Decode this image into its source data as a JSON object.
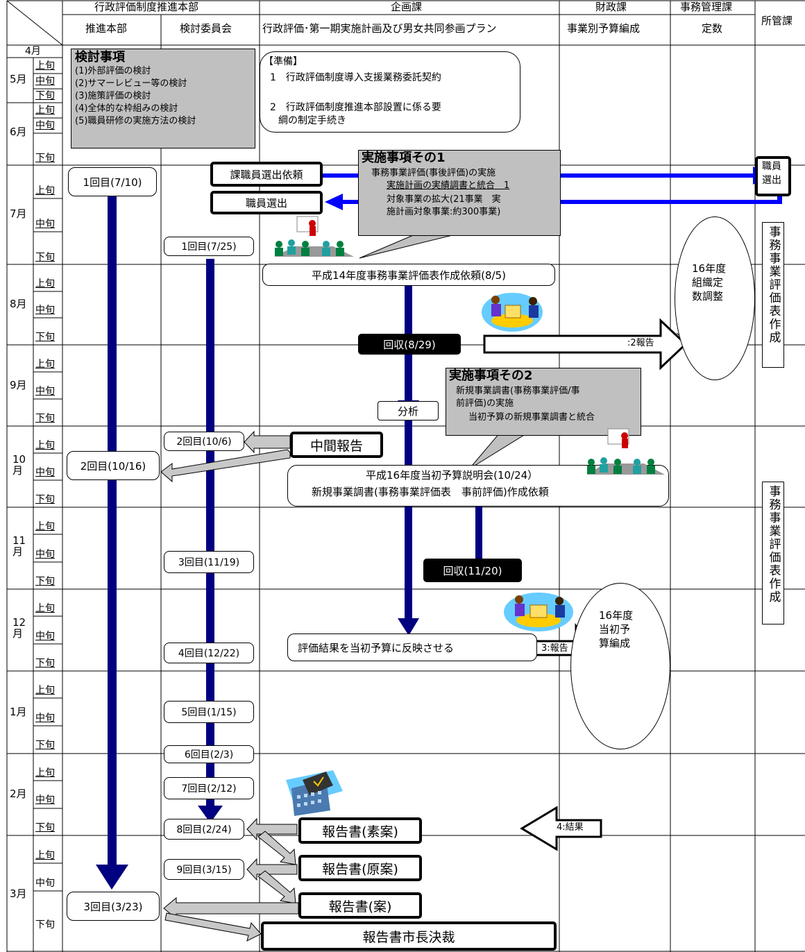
{
  "headers": {
    "group_gyosei": "行政評価制度推進本部",
    "group_kikaku": "企画課",
    "group_zaisei": "財政課",
    "group_jimu": "事務管理課",
    "sub_honbu": "推進本部",
    "sub_kento": "検討委員会",
    "sub_kikaku": "行政評価･第一期実施計画及び男女共同参画プラン",
    "sub_zaisei": "事業別予算編成",
    "sub_jimu": "定数",
    "shokan": "所管課"
  },
  "months": {
    "apr": "4月",
    "may": "5月",
    "jun": "6月",
    "jul": "7月",
    "aug": "8月",
    "sep": "9月",
    "oct": "10月",
    "nov": "11月",
    "dec": "12月",
    "jan": "1月",
    "feb": "2月",
    "mar": "3月"
  },
  "periods": {
    "jo": "上旬",
    "chu": "中旬",
    "ge": "下旬"
  },
  "kento_box": {
    "title": "検討事項",
    "items": [
      "(1)外部評価の検討",
      "(2)サマーレビュー等の検討",
      "(3)施策評価の検討",
      "(4)全体的な枠組みの検討",
      "(5)職員研修の実施方法の検討"
    ]
  },
  "junbi_box": {
    "title": "【準備】",
    "item1": "1　行政評価制度導入支援業務委託契約",
    "item2a": "2　行政評価制度推進本部設置に係る要",
    "item2b": "綱の制定手続き"
  },
  "jisshi1": {
    "title": "実施事項その1",
    "line1": "事務事業評価(事後評価)の実施",
    "line2": "実施計画の実績調書と統合　1",
    "line3": "対象事業の拡大(21事業　実",
    "line4": "施計画対象事業:約300事業)"
  },
  "jisshi2": {
    "title": "実施事項その2",
    "line1": "新規事業調書(事務事業評価/事",
    "line2": "前評価)の実施",
    "line3": "当初予算の新規事業調書と統合"
  },
  "labels": {
    "ka_shokuin_irai": "課職員選出依頼",
    "shokuin_sensyutsu": "職員選出",
    "shokuin_sensyutsu_right_a": "職員",
    "shokuin_sensyutsu_right_b": "選出",
    "honbu_1": "1回目(7/10)",
    "honbu_2": "2回目(10/16)",
    "honbu_3": "3回目(3/23)",
    "kento_1": "1回目(7/25)",
    "kento_2": "2回目(10/6)",
    "kento_3": "3回目(11/19)",
    "kento_4": "4回目(12/22)",
    "kento_5": "5回目(1/15)",
    "kento_6": "6回目(2/3)",
    "kento_7": "7回目(2/12)",
    "kento_8": "8回目(2/24)",
    "kento_9": "9回目(3/15)",
    "irai_h14": "平成14年度事務事業評価表作成依頼(8/5)",
    "kaishu_829": "回収(8/29)",
    "report2": ":2報告",
    "teisu_a": "16年度",
    "teisu_b": "組織定",
    "teisu_c": "数調整",
    "bunseki": "分析",
    "chukan": "中間報告",
    "setsumeikai_a": "平成16年度当初予算説明会(10/24）",
    "setsumeikai_b": "新規事業調書(事務事業評価表　事前評価)作成依頼",
    "kaishu_1120": "回収(11/20)",
    "hanei": "評価結果を当初予算に反映させる",
    "report3": "3:報告",
    "yosan_a": "16年度",
    "yosan_b": "当初予",
    "yosan_c": "算編成",
    "result4": "4:結果",
    "soan": "報告書(素案)",
    "genan": "報告書(原案)",
    "an": "報告書(案)",
    "kessai": "報告書市長決裁",
    "shokan_v1": "事務事業評価表作成",
    "shokan_v2": "事務事業評価表作成"
  }
}
